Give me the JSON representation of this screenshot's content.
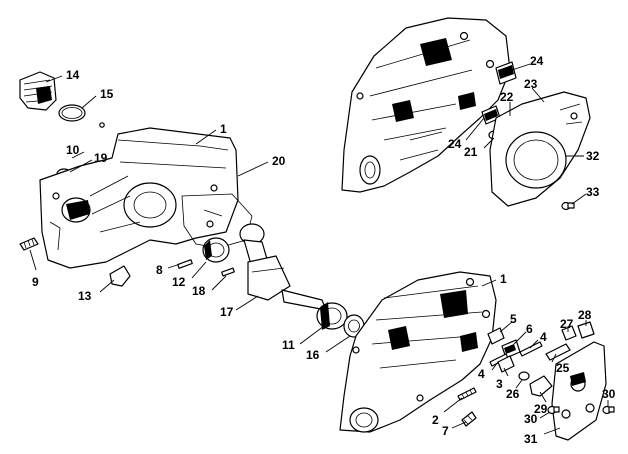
{
  "callouts": {
    "c1a": "1",
    "c1b": "1",
    "c2": "2",
    "c3": "3",
    "c4a": "4",
    "c4b": "4",
    "c5": "5",
    "c6": "6",
    "c7": "7",
    "c8": "8",
    "c9": "9",
    "c10": "10",
    "c11": "11",
    "c12": "12",
    "c13": "13",
    "c14": "14",
    "c15": "15",
    "c16": "16",
    "c17": "17",
    "c18": "18",
    "c19": "19",
    "c20": "20",
    "c21": "21",
    "c22": "22",
    "c23": "23",
    "c24a": "24",
    "c24b": "24",
    "c25": "25",
    "c26": "26",
    "c27": "27",
    "c28": "28",
    "c29": "29",
    "c30a": "30",
    "c30b": "30",
    "c31": "31",
    "c32": "32",
    "c33": "33"
  }
}
